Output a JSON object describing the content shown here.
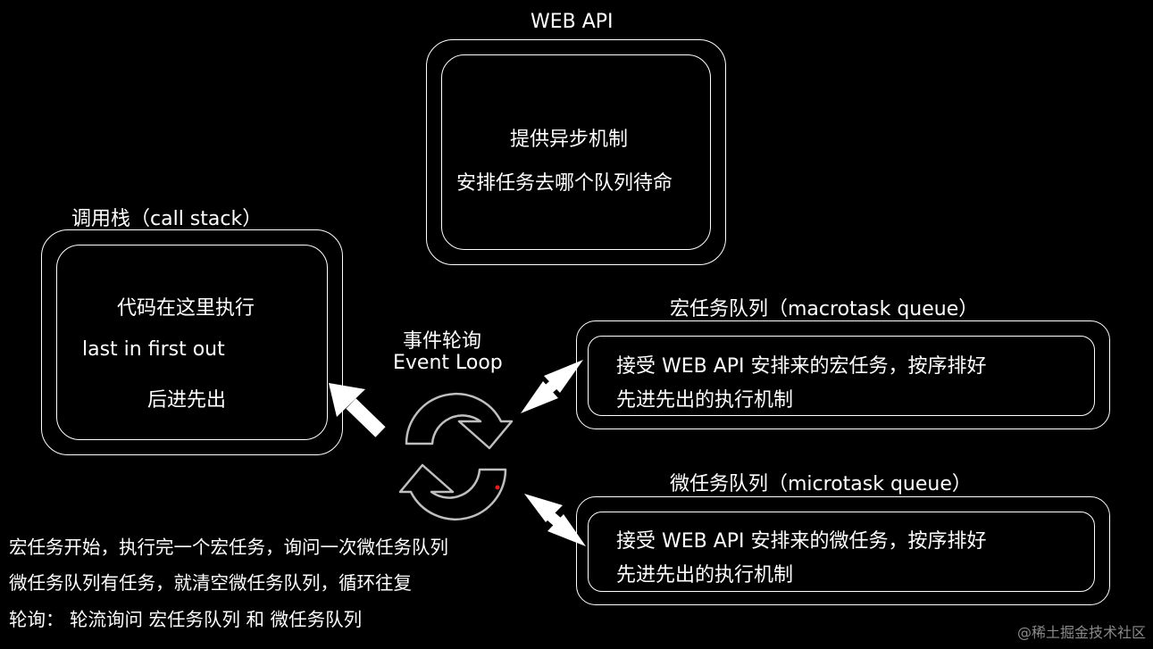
{
  "web_api": {
    "title": "WEB API",
    "line1": "提供异步机制",
    "line2": "安排任务去哪个队列待命"
  },
  "call_stack": {
    "title": "调用栈（call stack）",
    "line1": "代码在这里执行",
    "line2": "last in first out",
    "line3": "后进先出"
  },
  "event_loop": {
    "label_cn": "事件轮询",
    "label_en": "Event Loop",
    "icon": "refresh-cycle-icon"
  },
  "macrotask_queue": {
    "title": "宏任务队列（macrotask queue）",
    "line1": "接受 WEB API 安排来的宏任务，按序排好",
    "line2": "先进先出的执行机制"
  },
  "microtask_queue": {
    "title": "微任务队列（microtask queue）",
    "line1": "接受 WEB API 安排来的微任务，按序排好",
    "line2": "先进先出的执行机制"
  },
  "notes": {
    "line1": "宏任务开始，执行完一个宏任务，询问一次微任务队列",
    "line2": "微任务队列有任务，就清空微任务队列，循环往复",
    "line3": "轮询： 轮流询问 宏任务队列 和 微任务队列"
  },
  "watermark": "@稀土掘金技术社区",
  "colors": {
    "background": "#000000",
    "foreground": "#ffffff",
    "accent_dot": "#e02020"
  }
}
